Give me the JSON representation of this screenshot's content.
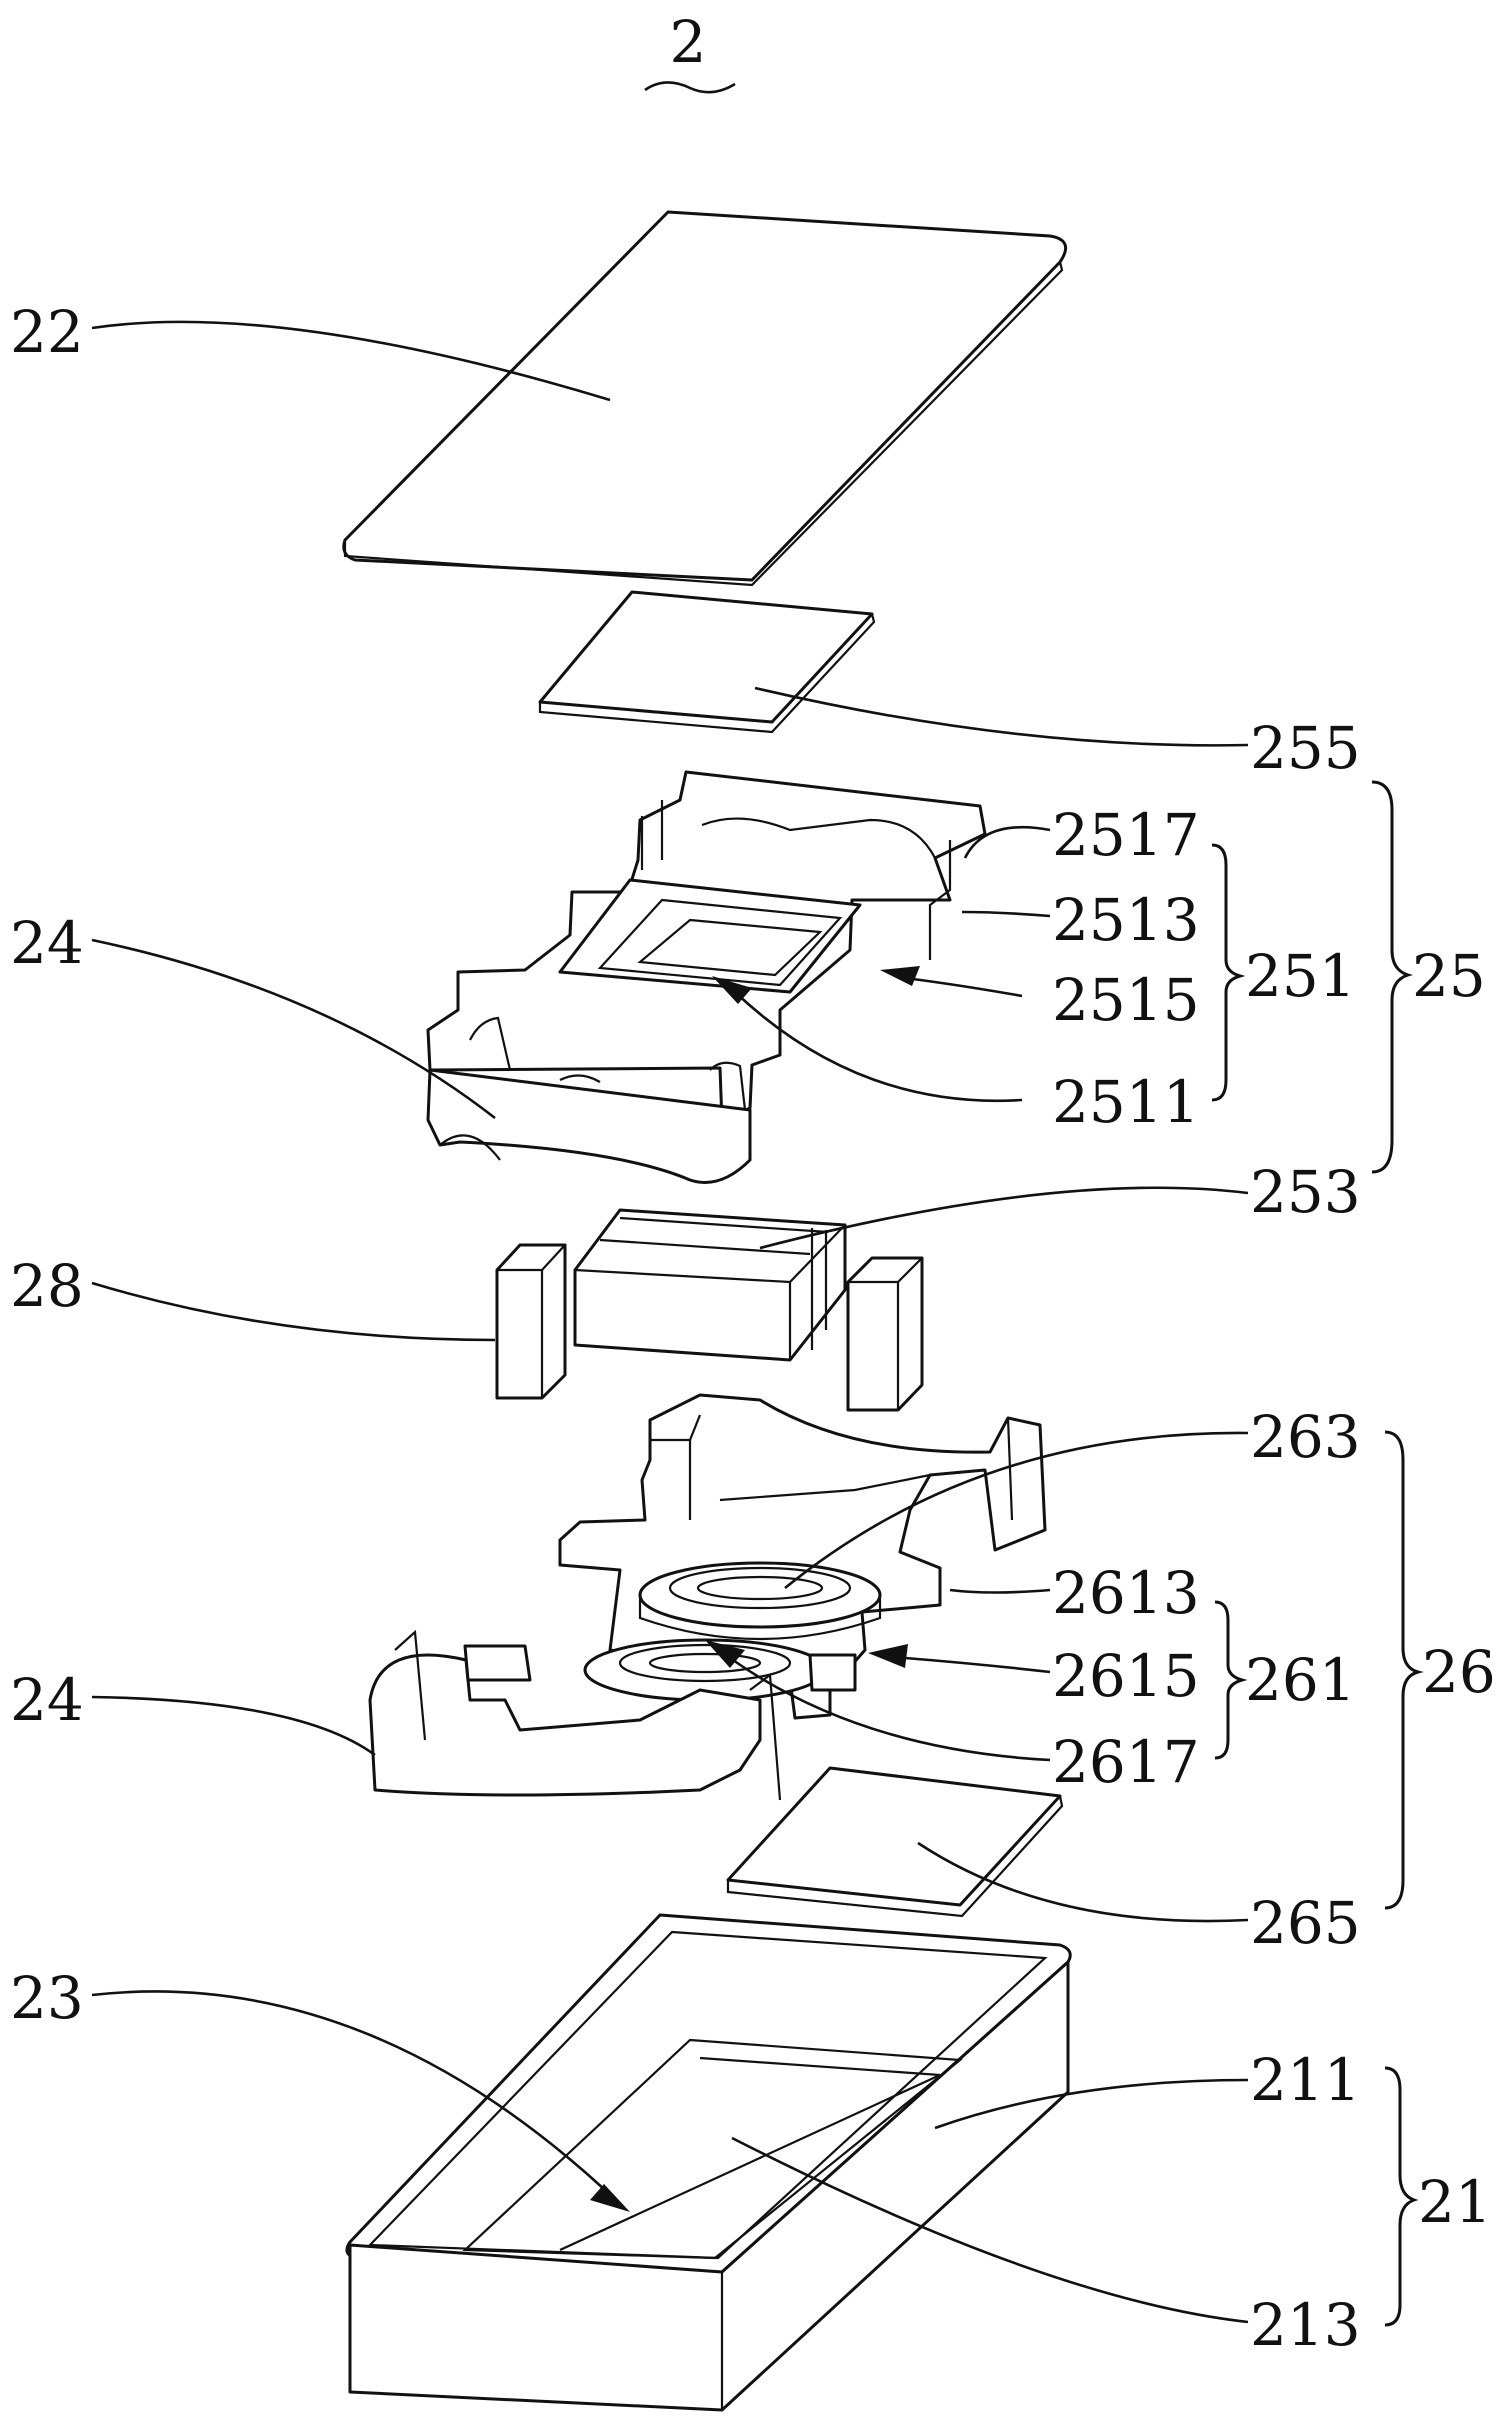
{
  "figure": {
    "title": "2",
    "labels": {
      "l22": "22",
      "l255": "255",
      "l25": "25",
      "l2517": "2517",
      "l2513": "2513",
      "l251": "251",
      "l2515": "2515",
      "l24a": "24",
      "l2511": "2511",
      "l253": "253",
      "l28": "28",
      "l263": "263",
      "l26": "26",
      "l2613": "2613",
      "l2615": "2615",
      "l261": "261",
      "l24b": "24",
      "l2617": "2617",
      "l265": "265",
      "l23": "23",
      "l211": "211",
      "l21": "21",
      "l213": "213"
    }
  }
}
